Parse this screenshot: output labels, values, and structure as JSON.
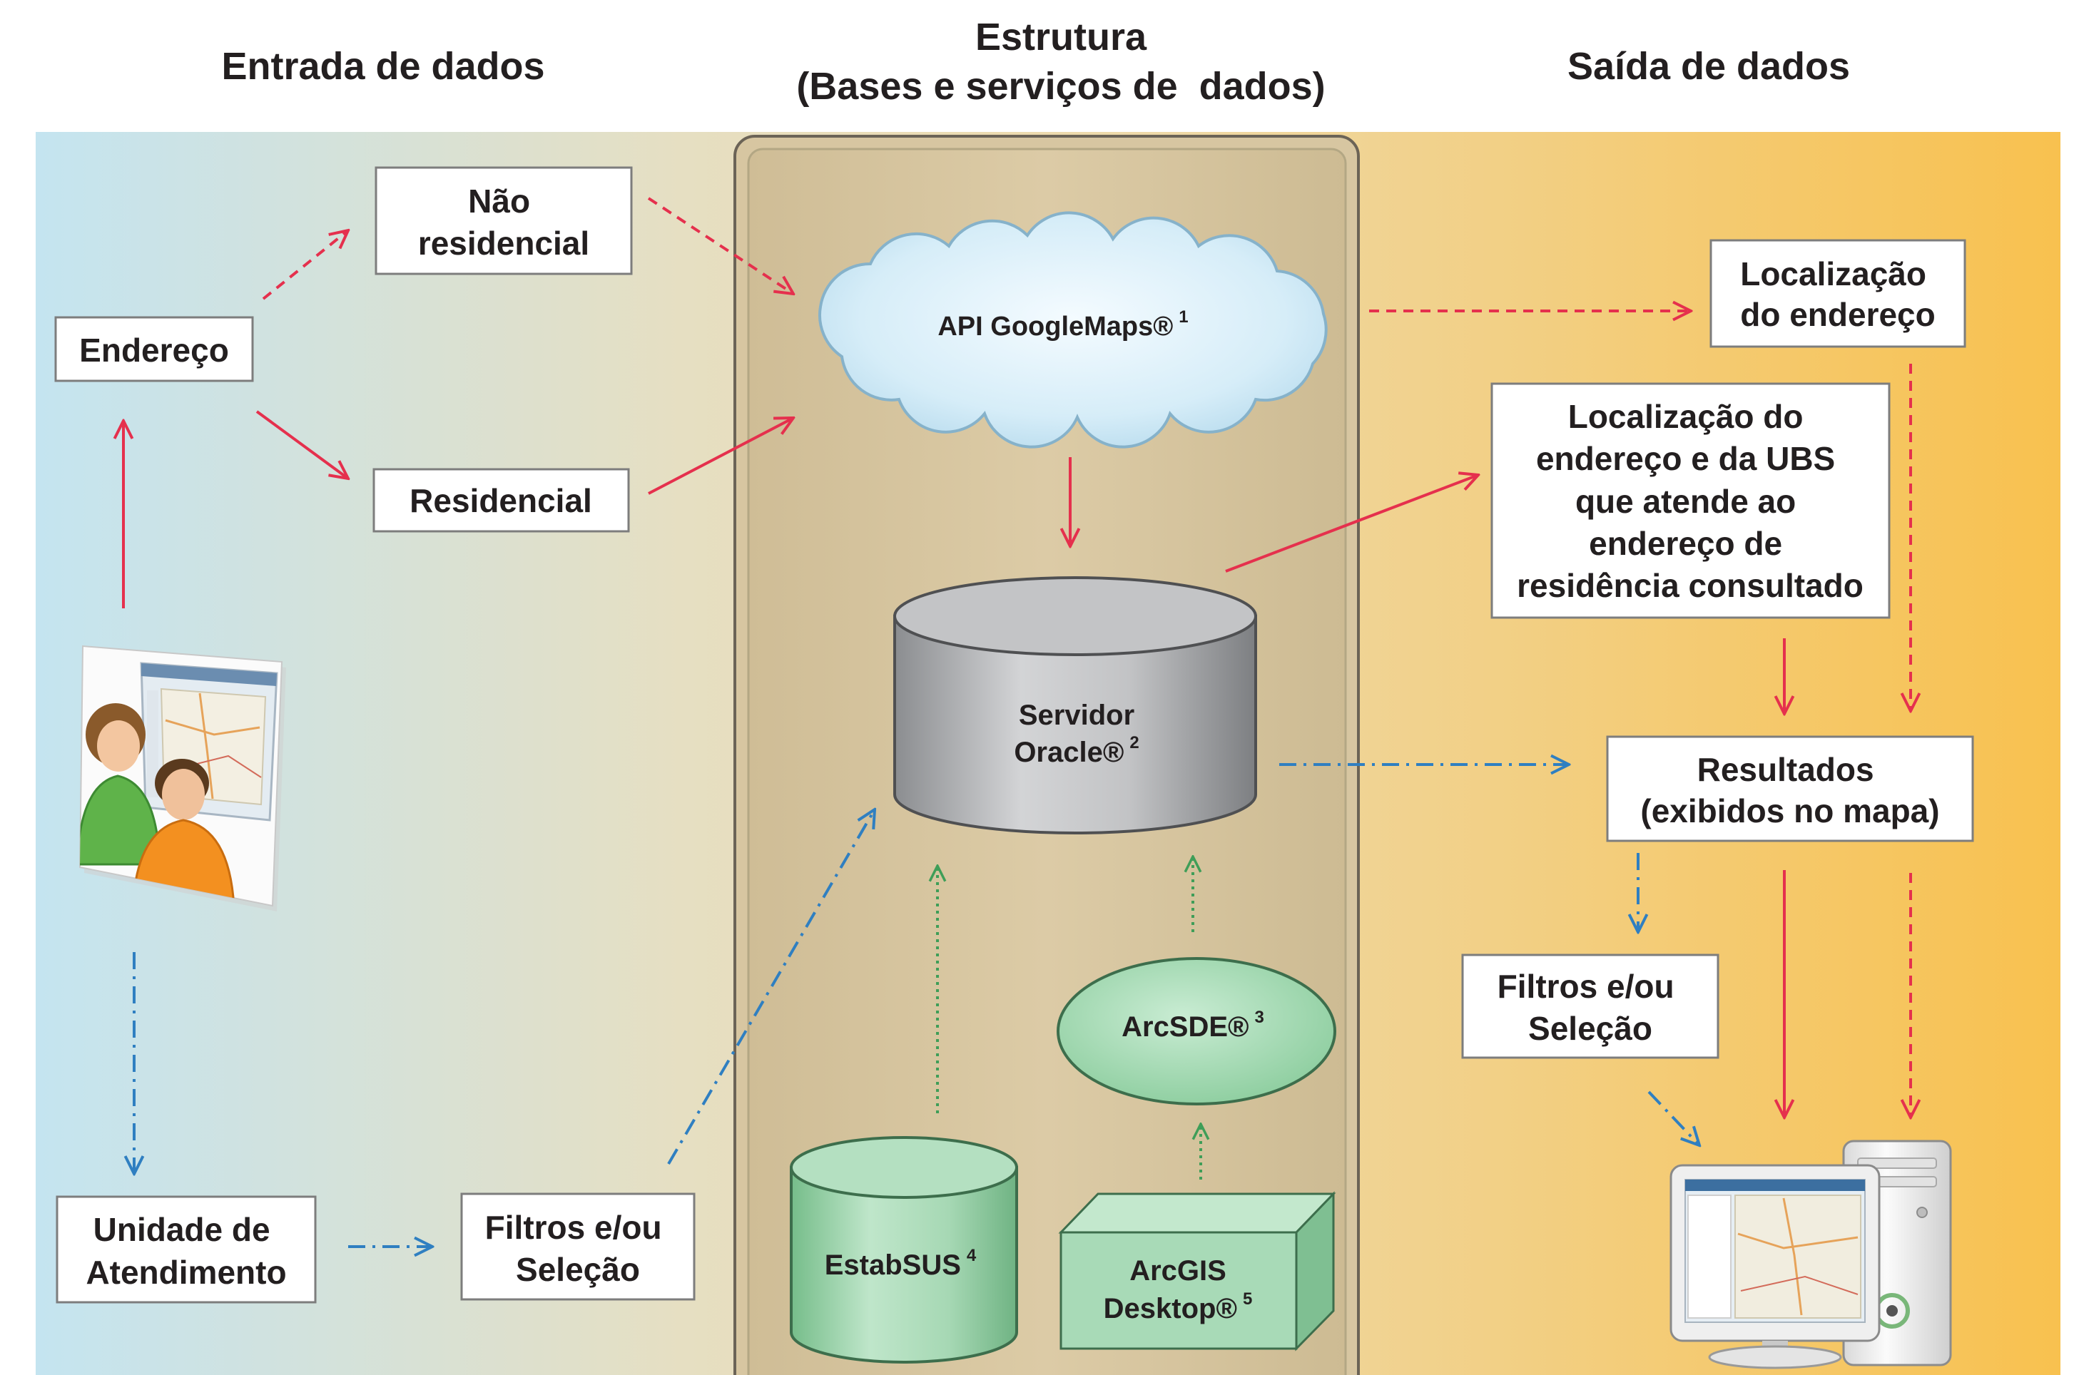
{
  "headers": {
    "input": "Entrada de dados",
    "structure_title": "Estrutura",
    "structure_subtitle": "(Bases e serviços de  dados)",
    "output": "Saída de dados"
  },
  "input": {
    "endereco": "Endereço",
    "nao_residencial": [
      "Não",
      "residencial"
    ],
    "residencial": "Residencial",
    "unidade": [
      "Unidade de",
      "Atendimento"
    ],
    "filtros": [
      "Filtros e/ou",
      "Seleção"
    ]
  },
  "structure": {
    "api": {
      "label": "API GoogleMaps®",
      "note": "1"
    },
    "oracle": {
      "line1": "Servidor",
      "line2": "Oracle®",
      "note": "2"
    },
    "arcsde": {
      "label": "ArcSDE®",
      "note": "3"
    },
    "estabsus": {
      "label": "EstabSUS",
      "note": "4"
    },
    "arcgis": {
      "line1": "ArcGIS",
      "line2": "Desktop®",
      "note": "5"
    }
  },
  "output": {
    "localizacao": [
      "Localização",
      "do endereço"
    ],
    "localizacao_ubs": [
      "Localização do",
      "endereço e da UBS",
      "que atende ao",
      "endereço de",
      "residência consultado"
    ],
    "resultados": [
      "Resultados",
      "(exibidos no mapa)"
    ],
    "filtros": [
      "Filtros e/ou",
      "Seleção"
    ]
  },
  "icons": {
    "users": "users-at-monitor-icon",
    "computer": "desktop-computer-icon"
  },
  "colors": {
    "red": "#e5304d",
    "blue": "#2f7fc1",
    "green": "#3f9e58",
    "band_left": "#c4e4f0",
    "band_mid": "#e6dfc2",
    "band_right": "#f8c14f",
    "column": "#d7c6a1",
    "server": "#bdbec0",
    "db_green": "#a8dab7",
    "cloud": "#d6edf8"
  }
}
